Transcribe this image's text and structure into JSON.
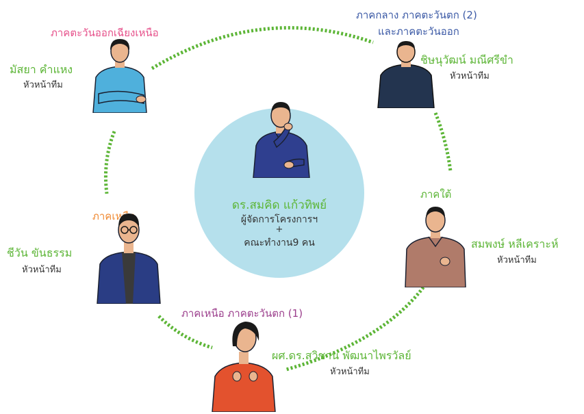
{
  "colors": {
    "region_pink": "#e6508a",
    "region_blue": "#3c5aa6",
    "region_green": "#5cb536",
    "region_orange": "#f08a33",
    "region_purple": "#9b3e8c",
    "name_green": "#5cb536",
    "connector_green": "#5cb536",
    "center_circle": "#b5e0ec"
  },
  "center": {
    "name": "ดร.สมคิด แก้วทิพย์",
    "role": "ผู้จัดการโครงการฯ",
    "plus": "+",
    "team": "คณะทำงาน9 คน"
  },
  "teams": [
    {
      "region": "ภาคตะวันออกเฉียงเหนือ",
      "name": "มัสยา คำแหง",
      "role": "หัวหน้าทีม"
    },
    {
      "region_line1": "ภาคกลาง ภาคตะวันตก (2)",
      "region_line2": "และภาคตะวันออก",
      "name": "ชิษนุวัฒน์ มณีศรีขำ",
      "role": "หัวหน้าทีม"
    },
    {
      "region": "ภาคใต้",
      "name": "สมพงษ์ หลีเคราะห์",
      "role": "หัวหน้าทีม"
    },
    {
      "region": "ภาคเหนือ ภาคตะวันตก (1)",
      "name": "ผศ.ดร.สุวิชาน พัฒนาไพรวัลย์",
      "role": "หัวหน้าทีม"
    },
    {
      "region": "ภาคเหนือ",
      "name": "ชีวัน ขันธรรม",
      "role": "หัวหน้าทีม"
    }
  ]
}
